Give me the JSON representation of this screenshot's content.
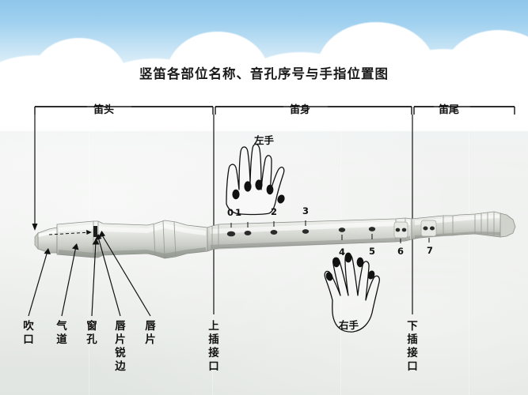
{
  "title": "竖笛各部位名称、音孔序号与手指位置图",
  "sections": {
    "head": "笛头",
    "body": "笛身",
    "foot": "笛尾"
  },
  "hands": {
    "left": "左手",
    "right": "右手"
  },
  "hole_numbers": [
    "0",
    "1",
    "2",
    "3",
    "4",
    "5",
    "6",
    "7"
  ],
  "callouts": [
    {
      "id": "blow-hole",
      "text": "吹口"
    },
    {
      "id": "air-duct",
      "text": "气道"
    },
    {
      "id": "window-hole",
      "text": "窗孔"
    },
    {
      "id": "lip-edge",
      "text": "唇片锐边"
    },
    {
      "id": "lip-plate",
      "text": "唇片"
    },
    {
      "id": "upper-joint",
      "text": "上插接口"
    },
    {
      "id": "lower-joint",
      "text": "下插接口"
    }
  ],
  "colors": {
    "sky_top": "#8fc6ea",
    "cloud": "#ffffff",
    "paper": "#eef0ee",
    "ink": "#111111",
    "recorder_body": "#d6d9d4",
    "recorder_shadow": "#a9ada7",
    "hole_fill": "#2b2b2b"
  }
}
